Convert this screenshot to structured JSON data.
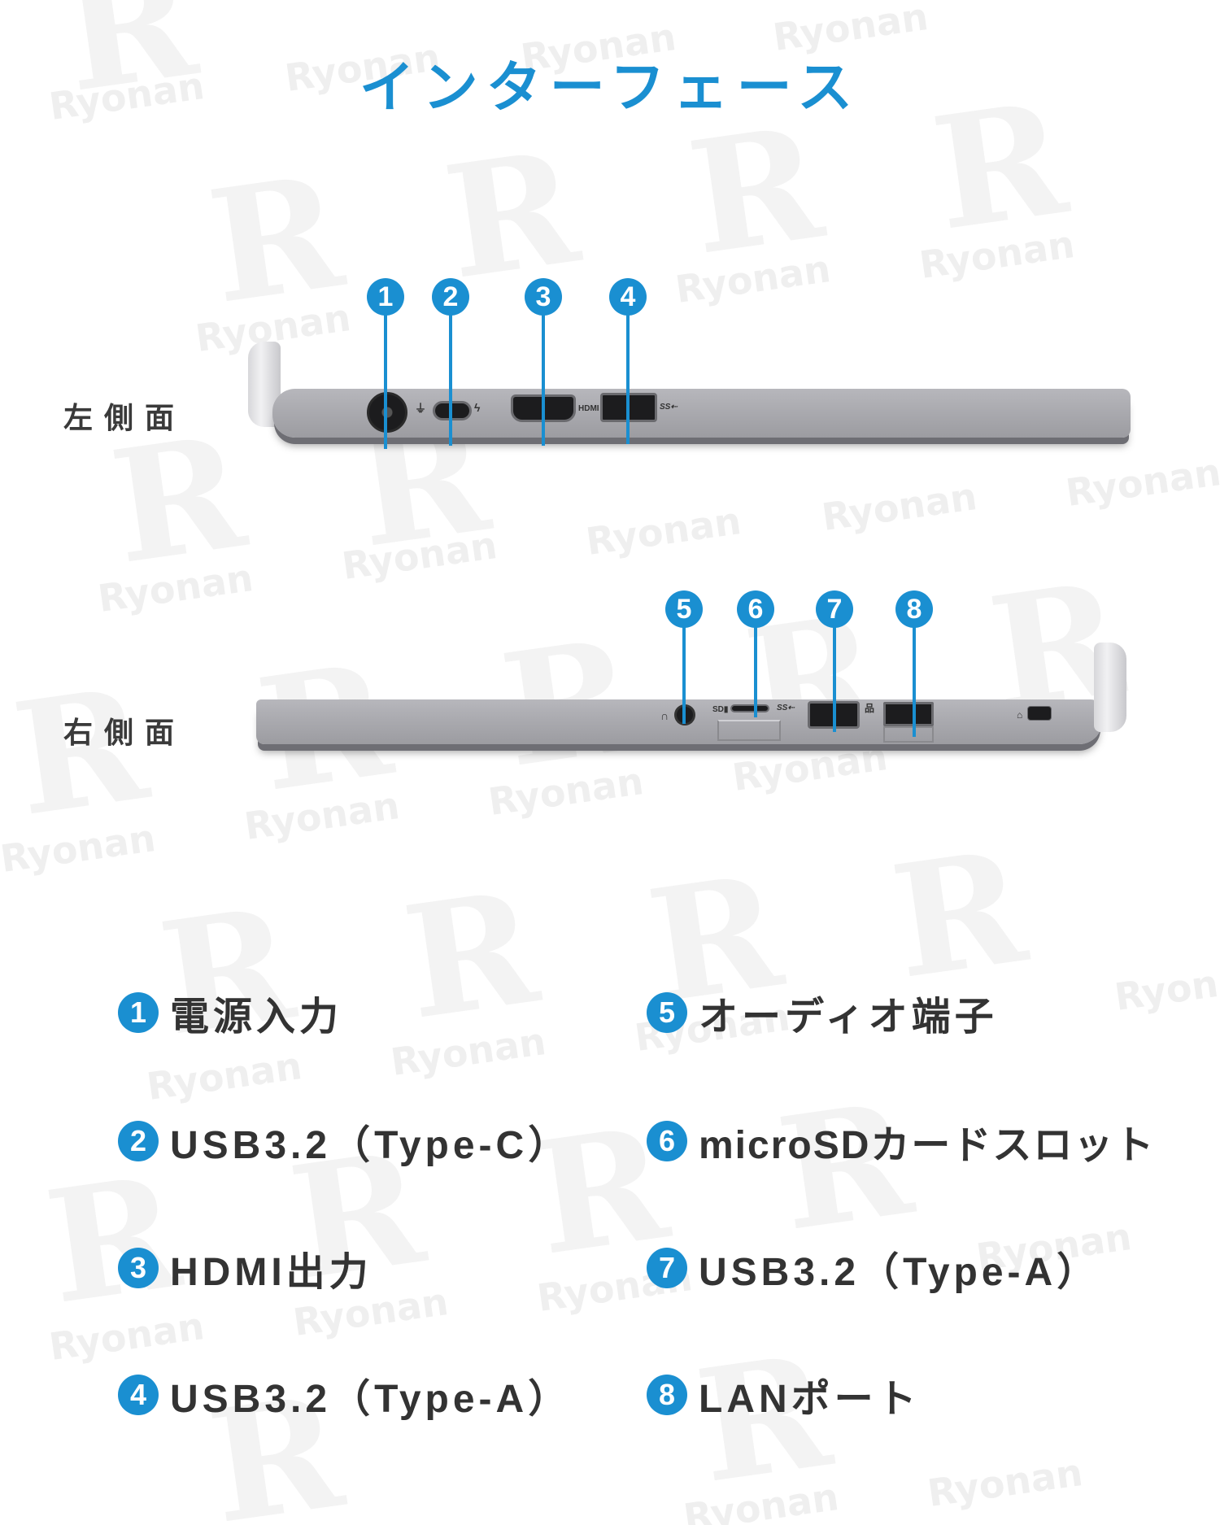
{
  "title": "インターフェース",
  "watermark": {
    "letter": "R",
    "text": "Ryonan"
  },
  "colors": {
    "accent": "#1a8fd1",
    "text": "#333333",
    "watermark": "#f0f0f0"
  },
  "left_side": {
    "label": "左側面",
    "markers": [
      "1",
      "2",
      "3",
      "4"
    ],
    "port_labels": {
      "hdmi": "HDMI",
      "usb": "SS⇠"
    }
  },
  "right_side": {
    "label": "右側面",
    "markers": [
      "5",
      "6",
      "7",
      "8"
    ],
    "port_labels": {
      "sd": "SD▮",
      "usb": "SS⇠"
    }
  },
  "legend": {
    "left": [
      {
        "num": "1",
        "label": "電源入力"
      },
      {
        "num": "2",
        "label": "USB3.2（Type-C）"
      },
      {
        "num": "3",
        "label": "HDMI出力"
      },
      {
        "num": "4",
        "label": "USB3.2（Type-A）"
      }
    ],
    "right": [
      {
        "num": "5",
        "label": "オーディオ端子"
      },
      {
        "num": "6",
        "label": "microSDカードスロット"
      },
      {
        "num": "7",
        "label": "USB3.2（Type-A）"
      },
      {
        "num": "8",
        "label": "LANポート"
      }
    ]
  }
}
